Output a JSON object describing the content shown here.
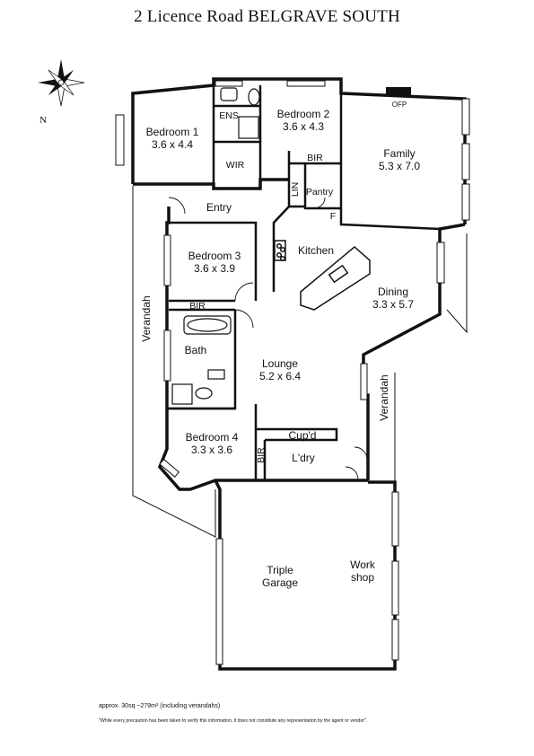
{
  "title": "2 Licence Road BELGRAVE SOUTH",
  "compass": {
    "icon": "compass-rose-icon",
    "label": "N"
  },
  "rooms": {
    "bedroom1": {
      "name": "Bedroom 1",
      "dims": "3.6 x 4.4"
    },
    "bedroom2": {
      "name": "Bedroom 2",
      "dims": "3.6 x 4.3"
    },
    "bedroom3": {
      "name": "Bedroom 3",
      "dims": "3.6 x 3.9"
    },
    "bedroom4": {
      "name": "Bedroom 4",
      "dims": "3.3 x 3.6"
    },
    "family": {
      "name": "Family",
      "dims": "5.3 x 7.0"
    },
    "dining": {
      "name": "Dining",
      "dims": "3.3 x 5.7"
    },
    "lounge": {
      "name": "Lounge",
      "dims": "5.2 x 6.4"
    },
    "kitchen": {
      "name": "Kitchen"
    },
    "entry": {
      "name": "Entry"
    },
    "ens": {
      "name": "ENS"
    },
    "wir": {
      "name": "WIR"
    },
    "bir_top": {
      "name": "BIR"
    },
    "bir_mid": {
      "name": "BIR"
    },
    "bir_low": {
      "name": "BIR"
    },
    "lin": {
      "name": "LIN"
    },
    "pantry": {
      "name": "Pantry"
    },
    "fridge": {
      "name": "F"
    },
    "ofp": {
      "name": "OFP"
    },
    "bath": {
      "name": "Bath"
    },
    "cupd": {
      "name": "Cup'd"
    },
    "ldry": {
      "name": "L'dry"
    },
    "verandah_west": {
      "name": "Verandah"
    },
    "verandah_east": {
      "name": "Verandah"
    },
    "garage": {
      "name1": "Triple",
      "name2": "Garage"
    },
    "workshop": {
      "name1": "Work",
      "name2": "shop"
    }
  },
  "footer": {
    "area": "approx. 30sq ~279m² (including verandahs)",
    "disclaimer": "\"While every precaution has been taken to verify this information, it does not constitute any representation by the agent or vendor\"."
  }
}
